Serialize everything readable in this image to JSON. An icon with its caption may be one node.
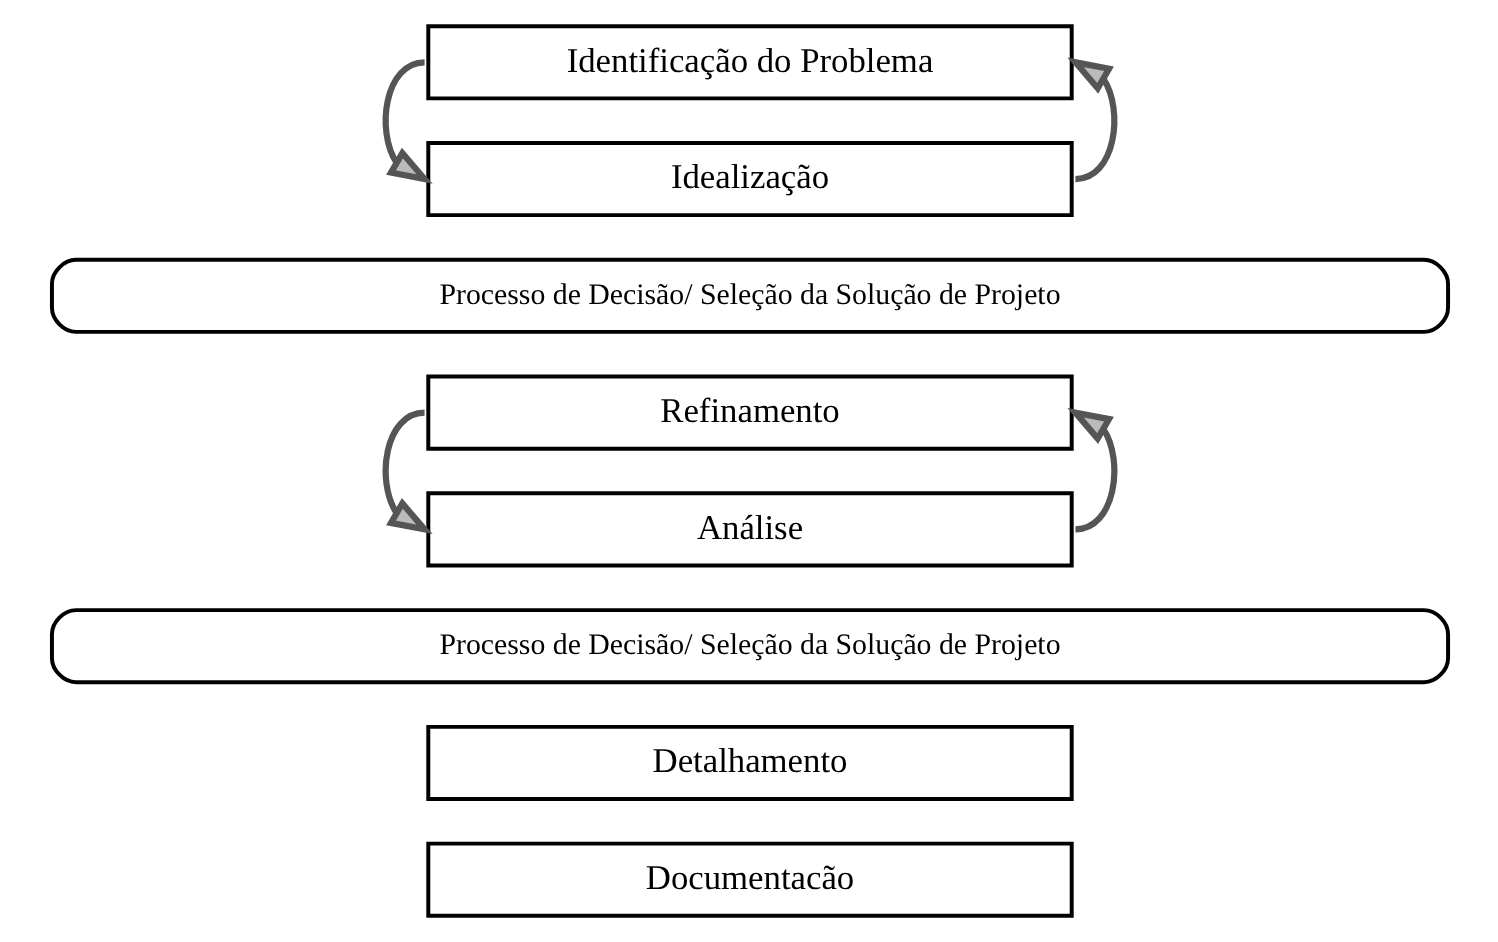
{
  "diagram": {
    "nodes": [
      {
        "text": [
          "Identificação do Problema"
        ]
      },
      {
        "text": [
          "Idealização"
        ]
      },
      {
        "text": [
          "Processo de Decisão/ Seleção da Solução de Projeto"
        ]
      },
      {
        "text": [
          "Refinamento"
        ]
      },
      {
        "text": [
          "Análise"
        ]
      },
      {
        "text": [
          "Processo de Decisão/ Seleção da Solução de Projeto"
        ]
      },
      {
        "text": [
          "Detalhamento"
        ]
      },
      {
        "text": [
          "Documentacão"
        ]
      }
    ],
    "edges": [
      {
        "from": 0,
        "to": 1,
        "arrow": "to"
      },
      {
        "from": 1,
        "to": 0,
        "arrow": "to"
      },
      {
        "from": 3,
        "to": 4,
        "arrow": "to"
      },
      {
        "from": 4,
        "to": 3,
        "arrow": "to"
      }
    ]
  }
}
